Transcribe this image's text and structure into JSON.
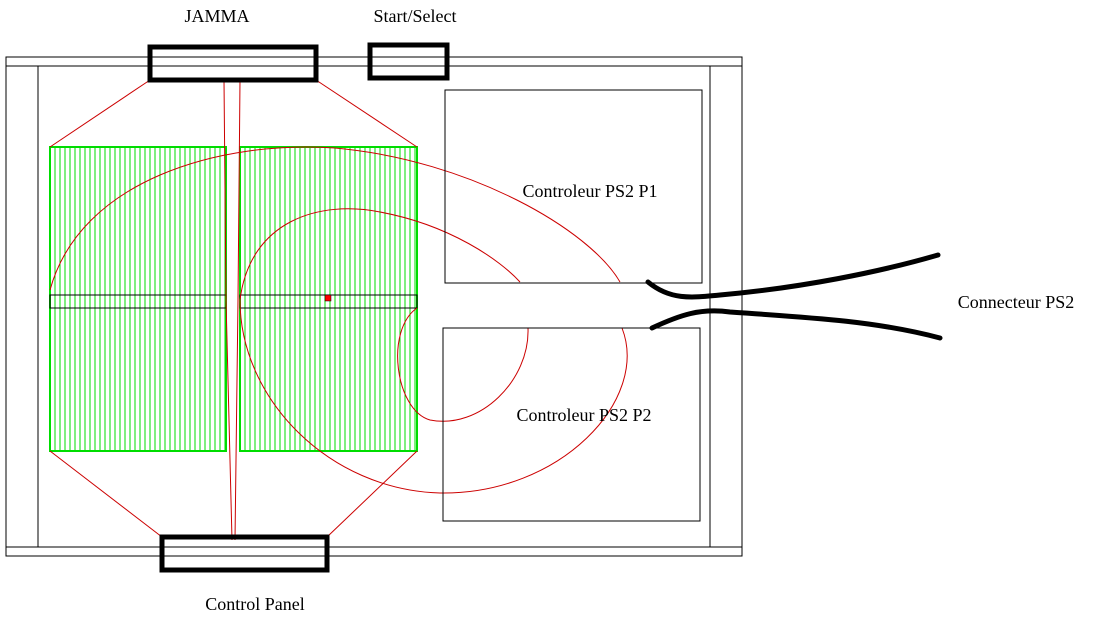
{
  "labels": {
    "jamma": "JAMMA",
    "start_select": "Start/Select",
    "control_panel": "Control Panel",
    "controller_p1": "Controleur PS2 P1",
    "controller_p2": "Controleur PS2 P2",
    "ps2_connector": "Connecteur PS2"
  },
  "colors": {
    "outline": "#000000",
    "circuit_board": "#00dd00",
    "wire": "#cc0000",
    "cable": "#000000",
    "marker": "#ff0000"
  }
}
